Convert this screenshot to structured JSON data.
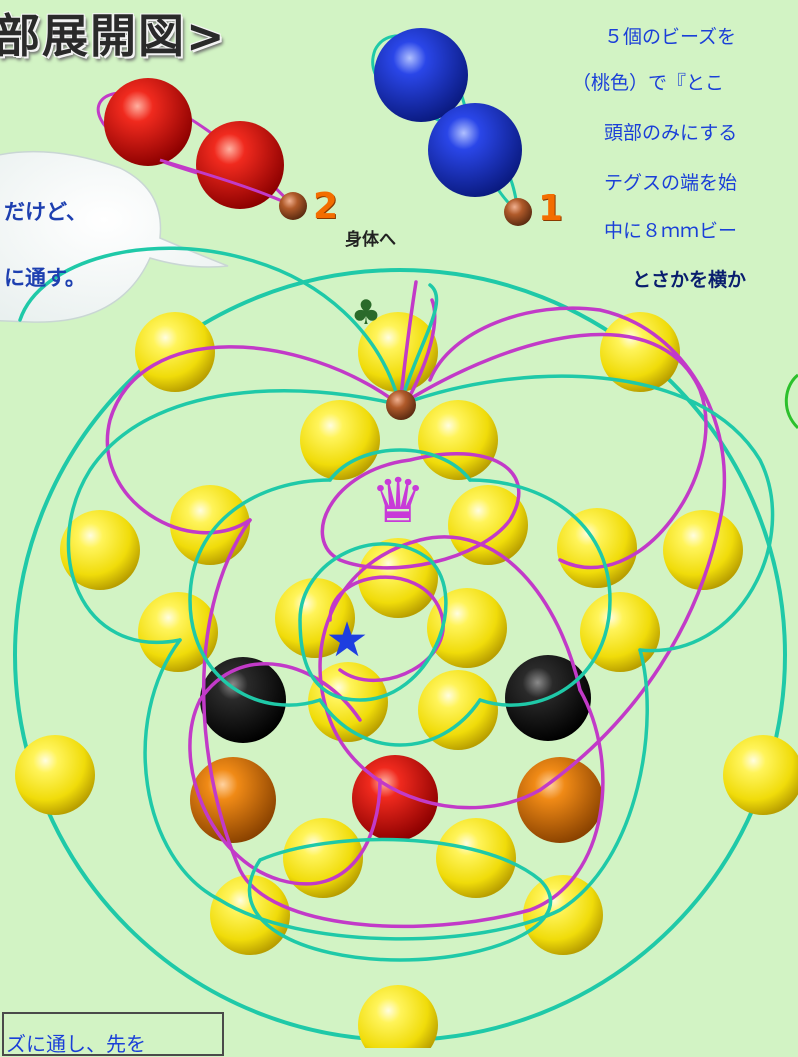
{
  "title": "部展開図>",
  "instructions": [
    "５個のビーズを",
    "（桃色）で『とこ",
    "頭部のみにする",
    "テグスの端を始",
    "中に８ｍｍビー",
    "とさかを横か"
  ],
  "bubble_lines": [
    "だけど、",
    "に通す。"
  ],
  "labels": {
    "body_direction": "身体へ",
    "strand_1": "1",
    "strand_2": "2"
  },
  "bottom_note": "ズに通し、先を",
  "symbols": {
    "club": "♣",
    "crown": "♛",
    "star": "★"
  },
  "colors": {
    "background": "#d2f3c4",
    "yellow_bead": "#f4e614",
    "black_bead": "#111111",
    "red_bead": "#e51a14",
    "orange_bead": "#e8820c",
    "blue_bead": "#1f38d8",
    "teal_line": "#1fc9a8",
    "pink_line": "#c23ac8",
    "knot": "#a8502a"
  }
}
